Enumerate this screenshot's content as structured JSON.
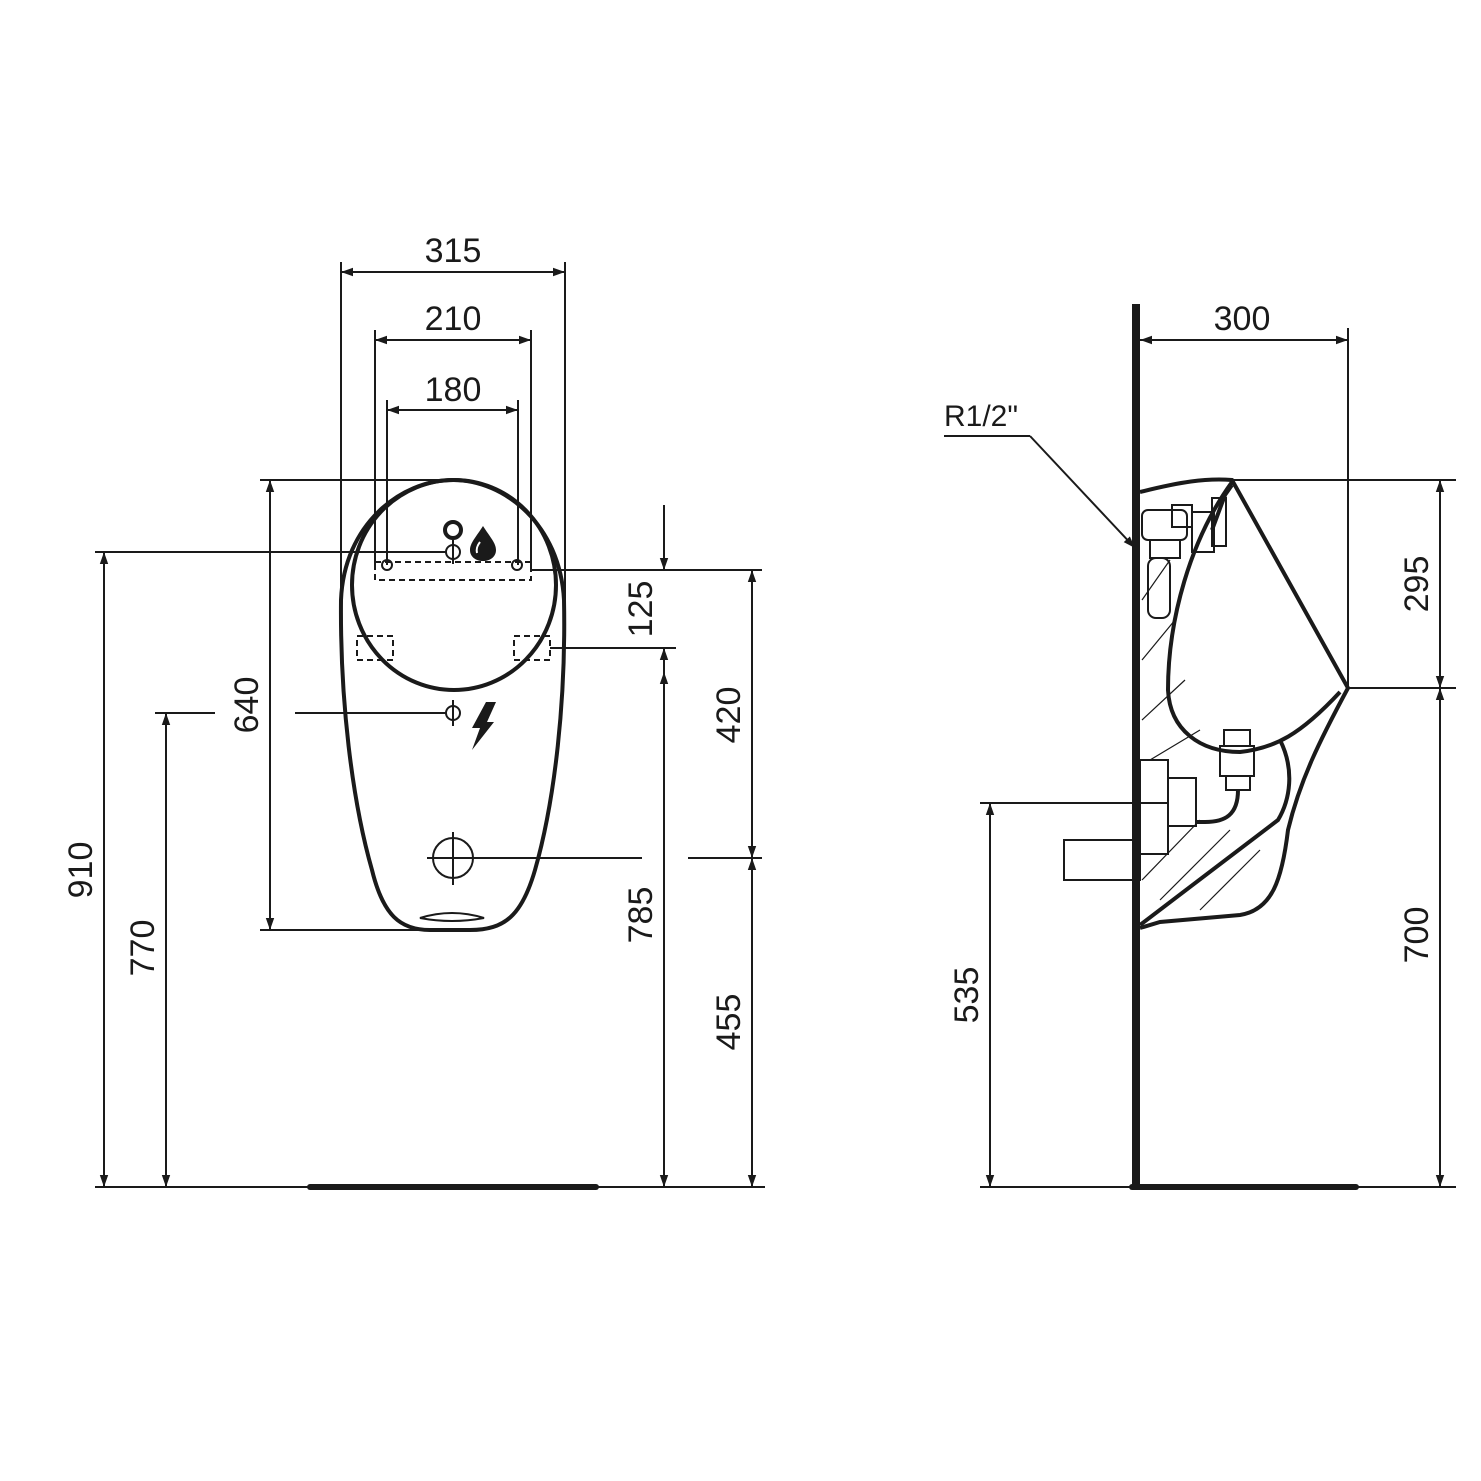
{
  "front_view": {
    "dims": {
      "width_overall": "315",
      "width_fixings_top": "210",
      "width_fixings_inner": "180",
      "height_body": "640",
      "height_top_fixing": "910",
      "height_electric": "770",
      "height_inlet_gap": "125",
      "height_fixings_span": "420",
      "height_waste": "785",
      "height_lower_fixing": "455"
    },
    "icons": [
      "water-drop-icon",
      "lightning-icon"
    ]
  },
  "side_view": {
    "dims": {
      "depth": "300",
      "height_top_section": "295",
      "height_rim": "700",
      "height_waste": "535"
    },
    "thread_label": "R1/2\""
  }
}
